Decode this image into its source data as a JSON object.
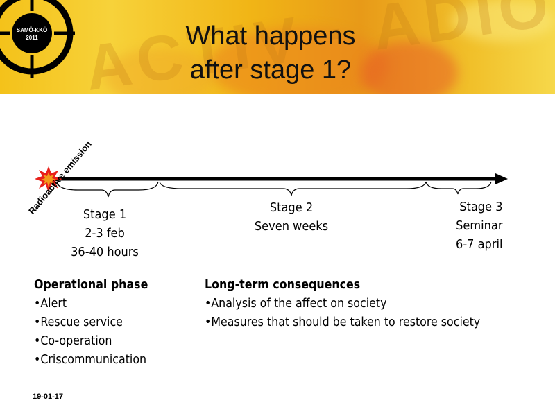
{
  "banner": {
    "logo_line1": "SAMÖ-KKÖ",
    "logo_line2": "2011",
    "title_line1": "What happens",
    "title_line2": "after stage 1?"
  },
  "timeline": {
    "emission_label": "Radioactive emission",
    "stage1": {
      "title": "Stage 1",
      "date": "2-3 feb",
      "duration": "36-40 hours"
    },
    "stage2": {
      "title": "Stage 2",
      "duration": "Seven weeks"
    },
    "stage3": {
      "title": "Stage 3",
      "event": "Seminar",
      "date": "6-7 april"
    }
  },
  "operational": {
    "heading": "Operational phase",
    "items": [
      "•Alert",
      "•Rescue service",
      "•Co-operation",
      "•Criscommunication"
    ]
  },
  "longterm": {
    "heading": "Long-term consequences",
    "items": [
      "•Analysis of the affect on society",
      "•Measures that should be taken to restore society"
    ]
  },
  "footer": {
    "date": "19-01-17"
  },
  "colors": {
    "banner_yellow": "#f4c21a",
    "arrow": "#000000",
    "burst_red": "#e8201a",
    "burst_orange": "#f39a1a"
  }
}
